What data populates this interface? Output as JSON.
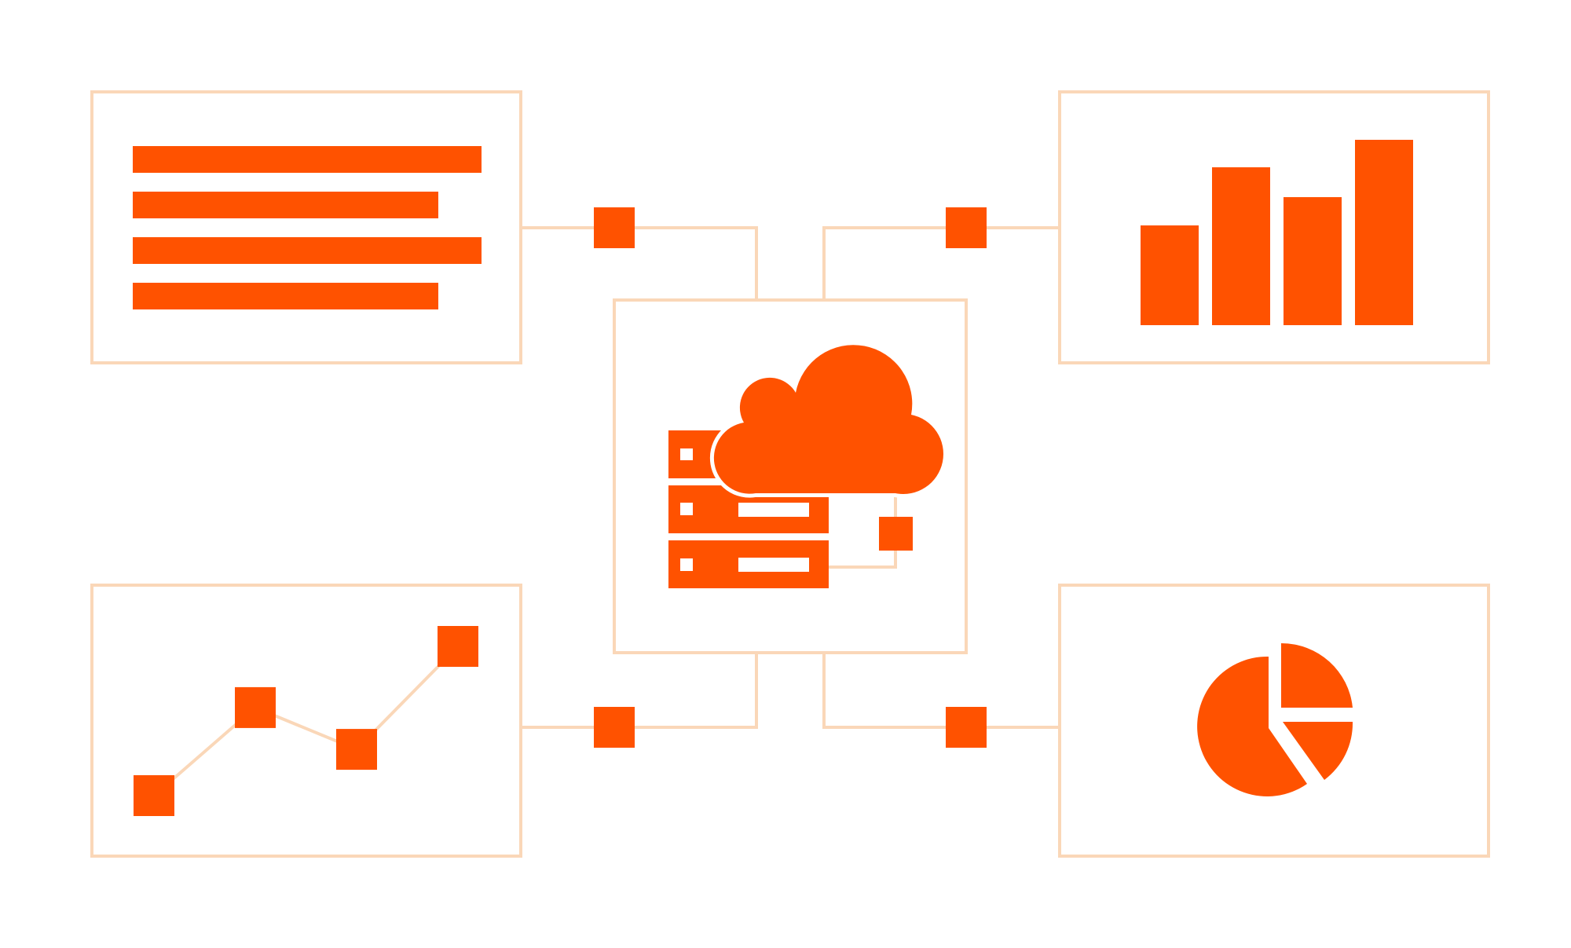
{
  "colors": {
    "accent": "#FF5200",
    "line": "#FAD7B8",
    "background": "#FFFFFF"
  },
  "diagram": {
    "center_node": {
      "icon": "cloud-server-icon"
    },
    "panels": [
      {
        "id": "document",
        "icon": "document-lines-icon"
      },
      {
        "id": "bar-chart",
        "icon": "bar-chart-icon",
        "bar_levels": [
          0.54,
          0.85,
          0.69,
          1.0
        ]
      },
      {
        "id": "line-chart",
        "icon": "line-chart-icon",
        "point_levels": [
          0.0,
          0.59,
          0.31,
          1.0
        ]
      },
      {
        "id": "pie-chart",
        "icon": "pie-chart-icon"
      }
    ],
    "connectors": [
      {
        "from": "document",
        "to": "center_node"
      },
      {
        "from": "bar-chart",
        "to": "center_node"
      },
      {
        "from": "line-chart",
        "to": "center_node"
      },
      {
        "from": "pie-chart",
        "to": "center_node"
      }
    ]
  }
}
